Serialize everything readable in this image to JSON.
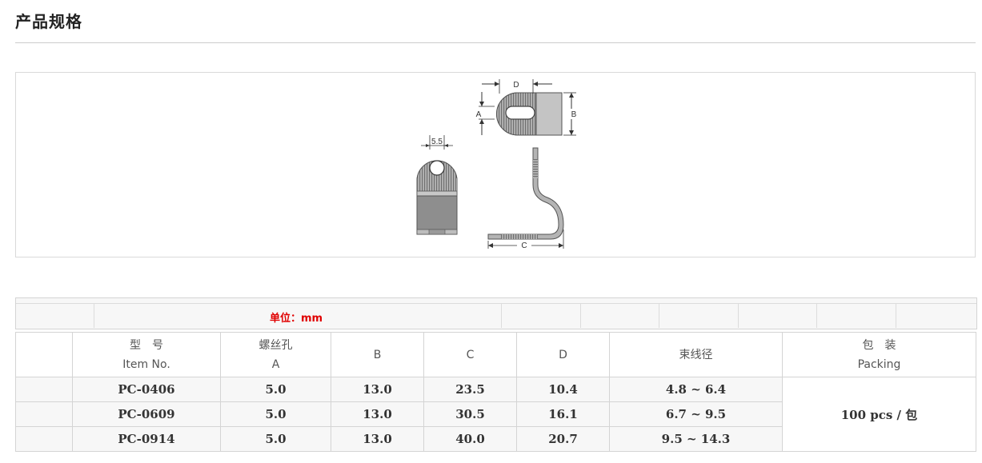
{
  "page": {
    "section_title": "产品规格"
  },
  "diagram": {
    "dim_labels": {
      "d": "D",
      "a": "A",
      "b": "B",
      "c": "C",
      "hole": "5.5"
    }
  },
  "unit_label": "单位：mm",
  "table": {
    "headers": [
      {
        "line1": "型　号",
        "line2": "Item No."
      },
      {
        "line1": "螺丝孔",
        "line2": "A"
      },
      {
        "line1": "B",
        "line2": ""
      },
      {
        "line1": "C",
        "line2": ""
      },
      {
        "line1": "D",
        "line2": ""
      },
      {
        "line1": "束线径",
        "line2": ""
      },
      {
        "line1": "包　装",
        "line2": "Packing"
      }
    ],
    "rows": [
      {
        "item": "PC-0406",
        "a": "5.0",
        "b": "13.0",
        "c": "23.5",
        "d": "10.4",
        "range": "4.8 ~ 6.4"
      },
      {
        "item": "PC-0609",
        "a": "5.0",
        "b": "13.0",
        "c": "30.5",
        "d": "16.1",
        "range": "6.7 ~ 9.5"
      },
      {
        "item": "PC-0914",
        "a": "5.0",
        "b": "13.0",
        "c": "40.0",
        "d": "20.7",
        "range": "9.5 ~ 14.3"
      }
    ],
    "packing": "100 pcs / 包"
  }
}
